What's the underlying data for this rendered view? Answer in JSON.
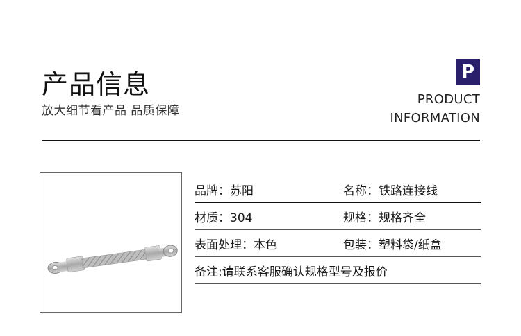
{
  "header": {
    "title": "产品信息",
    "subtitle": "放大细节看产品  品质保障",
    "badge_letter": "P",
    "badge_color": "#2a1f6b",
    "en_line1": "PRODUCT",
    "en_line2": "INFORMATION"
  },
  "product_image": {
    "alt": "铁路连接线 braided connection strap with ring terminals"
  },
  "specs": {
    "rows": [
      [
        {
          "label": "品牌：",
          "value": "苏阳"
        },
        {
          "label": "名称：",
          "value": "铁路连接线"
        }
      ],
      [
        {
          "label": "材质：",
          "value": "304"
        },
        {
          "label": "规格：",
          "value": "规格齐全"
        }
      ],
      [
        {
          "label": "表面处理：",
          "value": "本色"
        },
        {
          "label": "包装：",
          "value": "塑料袋/纸盒"
        }
      ]
    ],
    "note": "备注:请联系客服确认规格型号及报价"
  }
}
